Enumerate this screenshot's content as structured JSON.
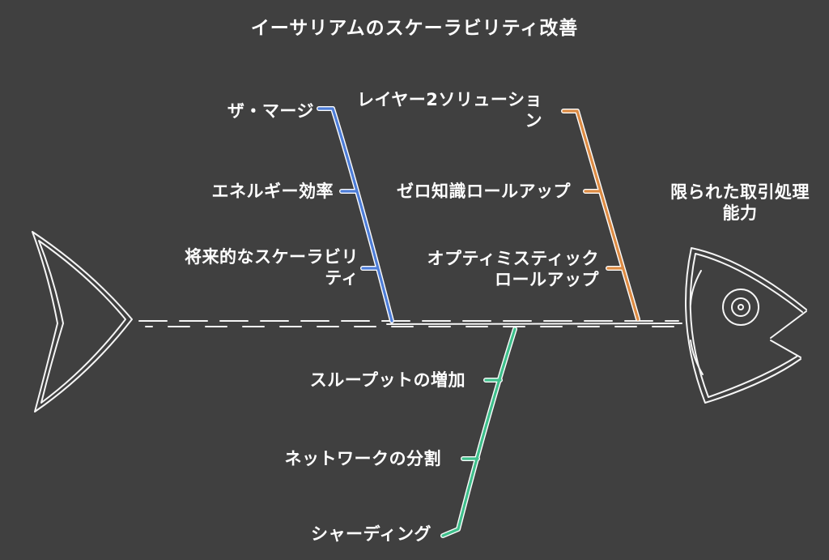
{
  "title": "イーサリアムのスケーラビリティ改善",
  "colors": {
    "background": "#404040",
    "bone": "#f5f5f5",
    "text": "#ffffff",
    "merge_blue": "#4d7dd8",
    "layer2_orange": "#dd8b43",
    "sharding_green": "#3fc08c"
  },
  "problem": {
    "label": "限られた取引処理能力",
    "lines": [
      "限られた取引処理",
      "能力"
    ]
  },
  "categories": [
    {
      "name": "ザ・マージ",
      "color": "#4d7dd8",
      "causes": [
        {
          "label": "エネルギー効率"
        },
        {
          "label": "将来的なスケーラビリティ",
          "lines": [
            "将来的なスケーラビリ",
            "ティ"
          ]
        }
      ]
    },
    {
      "name": "レイヤー2ソリューション",
      "name_lines": [
        "レイヤー2ソリューショ",
        "ン"
      ],
      "color": "#dd8b43",
      "causes": [
        {
          "label": "ゼロ知識ロールアップ"
        },
        {
          "label": "オプティミスティックロールアップ",
          "lines": [
            "オプティミスティック",
            "ロールアップ"
          ]
        }
      ]
    },
    {
      "name": "シャーディング",
      "color": "#3fc08c",
      "causes": [
        {
          "label": "スループットの増加"
        },
        {
          "label": "ネットワークの分割"
        }
      ]
    }
  ]
}
